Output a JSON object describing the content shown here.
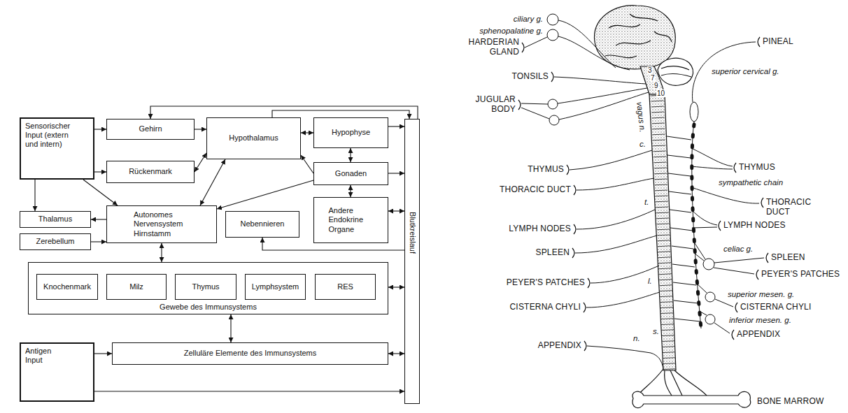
{
  "diagram": {
    "nodes": [
      {
        "text": [
          "Sensorischer Input (extern und intern)"
        ]
      },
      {
        "text": [
          "Gehirn"
        ]
      },
      {
        "text": [
          "Rückenmark"
        ]
      },
      {
        "text": [
          "Hypothalamus"
        ]
      },
      {
        "text": [
          "Hypophyse"
        ]
      },
      {
        "text": [
          "Gonaden"
        ]
      },
      {
        "text": [
          "Thalamus"
        ]
      },
      {
        "text": [
          "Zerebellum"
        ]
      },
      {
        "text": [
          "Autonomes Nervensystem Hirnstamm"
        ]
      },
      {
        "text": [
          "Nebennieren"
        ]
      },
      {
        "text": [
          "Andere Endokrine Organe"
        ]
      },
      {
        "text": [
          "Blutkreislauf"
        ]
      },
      {
        "text": [
          "Gewebe des Immunsystems"
        ]
      },
      {
        "text": [
          "Knochenmark"
        ],
        "in": 12
      },
      {
        "text": [
          "Milz"
        ],
        "in": 12
      },
      {
        "text": [
          "Thymus"
        ],
        "in": 12
      },
      {
        "text": [
          "Lymphsystem"
        ],
        "in": 12
      },
      {
        "text": [
          "RES"
        ],
        "in": 12
      },
      {
        "text": [
          "Zelluläre Elemente des Immunsystems"
        ]
      },
      {
        "text": [
          "Antigen Input"
        ]
      }
    ],
    "edges": [
      {
        "from": 0,
        "to": 1,
        "arrow": "to"
      },
      {
        "from": 0,
        "to": 2,
        "arrow": "to"
      },
      {
        "from": 0,
        "to": 6,
        "arrow": "to"
      },
      {
        "from": 0,
        "to": 8,
        "arrow": "to"
      },
      {
        "from": 1,
        "to": 3,
        "arrow": "to"
      },
      {
        "from": 2,
        "to": 3,
        "arrow": "both"
      },
      {
        "from": 3,
        "to": 4,
        "arrow": "both"
      },
      {
        "from": 4,
        "to": 5,
        "arrow": "both"
      },
      {
        "from": 5,
        "to": 3,
        "arrow": "to"
      },
      {
        "from": 5,
        "to": 8,
        "arrow": "to"
      },
      {
        "from": 3,
        "to": 8,
        "arrow": "both"
      },
      {
        "from": 8,
        "to": 6,
        "arrow": "to"
      },
      {
        "from": 7,
        "to": 8,
        "arrow": "to"
      },
      {
        "from": 8,
        "to": 12,
        "arrow": "both"
      },
      {
        "from": 11,
        "to": 1,
        "arrow": "to"
      },
      {
        "from": 3,
        "to": 11,
        "arrow": "to"
      },
      {
        "from": 4,
        "to": 11,
        "arrow": "to"
      },
      {
        "from": 5,
        "to": 11,
        "arrow": "to"
      },
      {
        "from": 5,
        "to": 10,
        "arrow": "both"
      },
      {
        "from": 10,
        "to": 11,
        "arrow": "both"
      },
      {
        "from": 11,
        "to": 9,
        "arrow": "to"
      },
      {
        "from": 12,
        "to": 11,
        "arrow": "both"
      },
      {
        "from": 18,
        "to": 12,
        "arrow": "both"
      },
      {
        "from": 18,
        "to": 11,
        "arrow": "both"
      },
      {
        "from": 19,
        "to": 18,
        "arrow": "to"
      },
      {
        "from": 19,
        "to": 11,
        "arrow": "to"
      }
    ],
    "labels": [
      "ciliary g.",
      "sphenopalatine g.",
      "HARDERIAN GLAND",
      "TONSILS",
      "JUGULAR BODY",
      "PINEAL",
      "superior cervical g.",
      "3",
      "7",
      "9",
      "10",
      "vagus n.",
      "c.",
      "THYMUS",
      "THYMUS",
      "sympathetic chain",
      "THORACIC DUCT",
      "THORACIC DUCT",
      "t.",
      "LYMPH NODES",
      "LYMPH NODES",
      "SPLEEN",
      "celiac g.",
      "SPLEEN",
      "PEYER'S PATCHES",
      "PEYER'S PATCHES",
      "l.",
      "superior mesen. g.",
      "CISTERNA CHYLI",
      "CISTERNA CHYLI",
      "inferior mesen. g.",
      "APPENDIX",
      "APPENDIX",
      "n.",
      "s.",
      "BONE MARROW"
    ]
  }
}
